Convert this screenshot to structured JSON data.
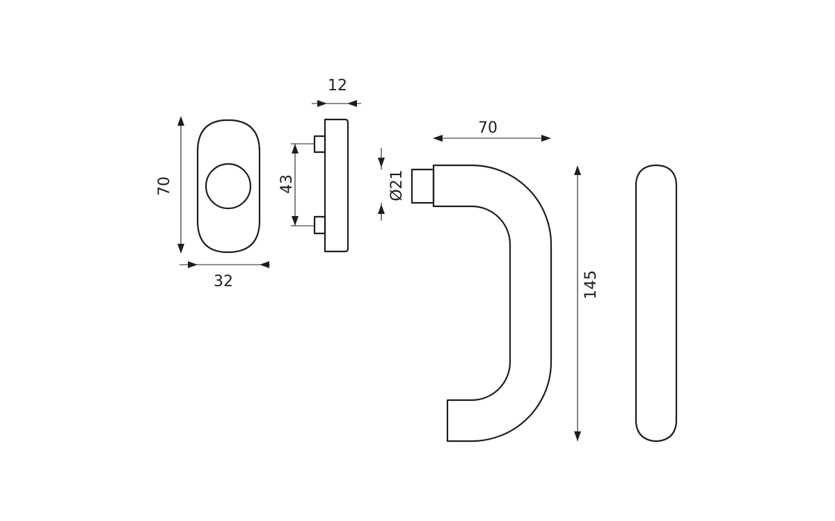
{
  "colors": {
    "line": "#1d1d1b",
    "background": "#ffffff"
  },
  "dimensions": {
    "rose_height": "70",
    "rose_width": "32",
    "rose_depth": "12",
    "spindle_spacing": "43",
    "neck_diameter": "Ø21",
    "lever_projection": "70",
    "lever_length": "145"
  }
}
